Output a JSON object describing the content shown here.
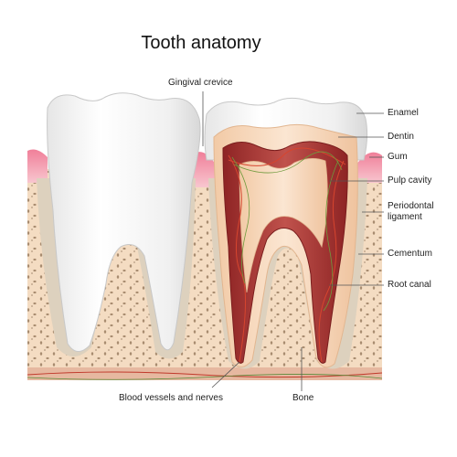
{
  "title": "Tooth anatomy",
  "labels": {
    "gingival_crevice": "Gingival crevice",
    "enamel": "Enamel",
    "dentin": "Dentin",
    "gum": "Gum",
    "pulp_cavity": "Pulp cavity",
    "periodontal_ligament_line1": "Periodontal",
    "periodontal_ligament_line2": "ligament",
    "cementum": "Cementum",
    "root_canal": "Root canal",
    "blood_vessels_nerves": "Blood vessels and nerves",
    "bone": "Bone"
  },
  "colors": {
    "enamel": "#f7f7f7",
    "dentin": "#f6d9bf",
    "pulp": "#a8322f",
    "gum": "#f4a6b4",
    "bone": "#f3dcc3",
    "ligament": "#d9cbb5",
    "line": "#555555"
  }
}
